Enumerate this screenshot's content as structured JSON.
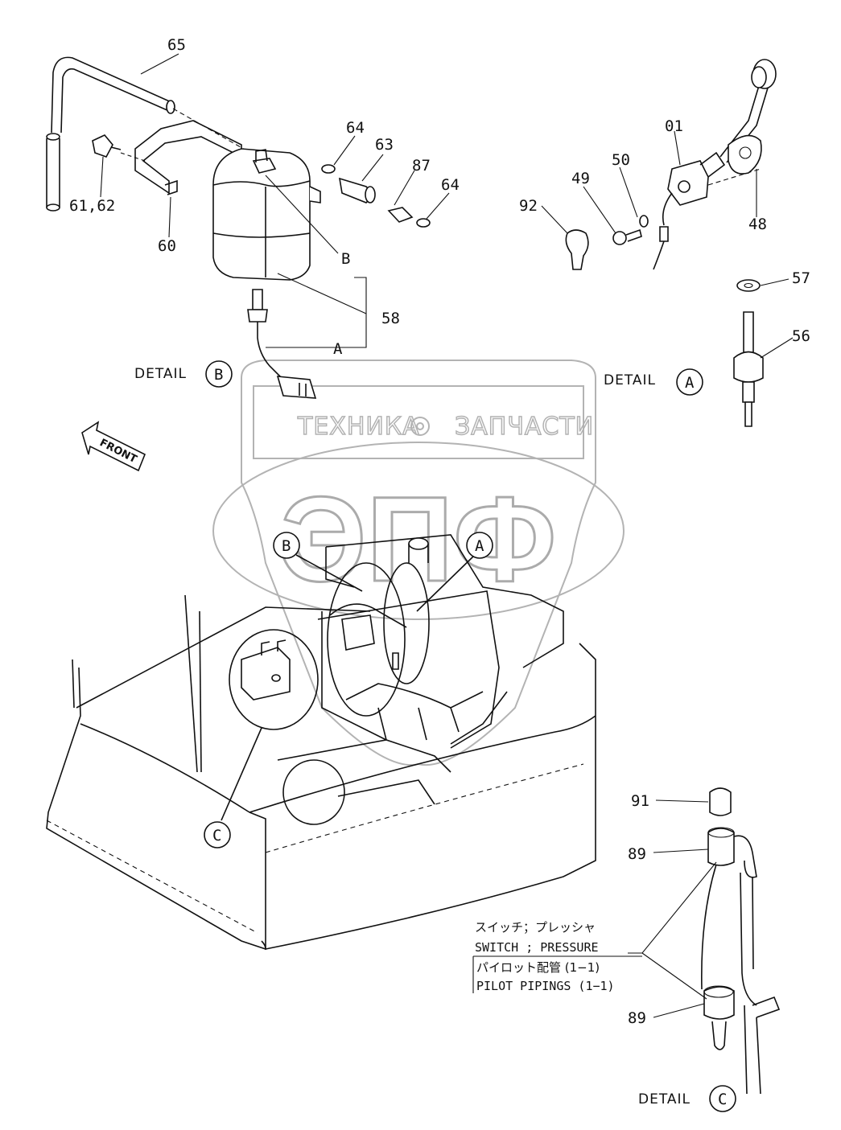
{
  "watermark": {
    "line1_left": "ТЕХНИКА",
    "line1_right": "ЗАПЧАСТИ",
    "logo": "ЭПФ"
  },
  "labels": {
    "p65": "65",
    "p64a": "64",
    "p63": "63",
    "p87": "87",
    "p64b": "64",
    "p6162": "61,62",
    "p60": "60",
    "pB": "B",
    "p58": "58",
    "pA": "A",
    "p01": "01",
    "p50": "50",
    "p49": "49",
    "p92": "92",
    "p48": "48",
    "p57": "57",
    "p56": "56",
    "p91": "91",
    "p89a": "89",
    "p89b": "89"
  },
  "details": {
    "detail_word": "DETAIL",
    "b": "B",
    "a": "A",
    "c": "C"
  },
  "callouts": {
    "b": "B",
    "a": "A",
    "c": "C"
  },
  "front_label": "FRONT",
  "notes": {
    "jp1": "スイッチ；プレッシャ",
    "en1": "SWITCH ; PRESSURE",
    "jp2": "パイロット配管 (1−1)",
    "en2": "PILOT PIPINGS (1−1)"
  }
}
